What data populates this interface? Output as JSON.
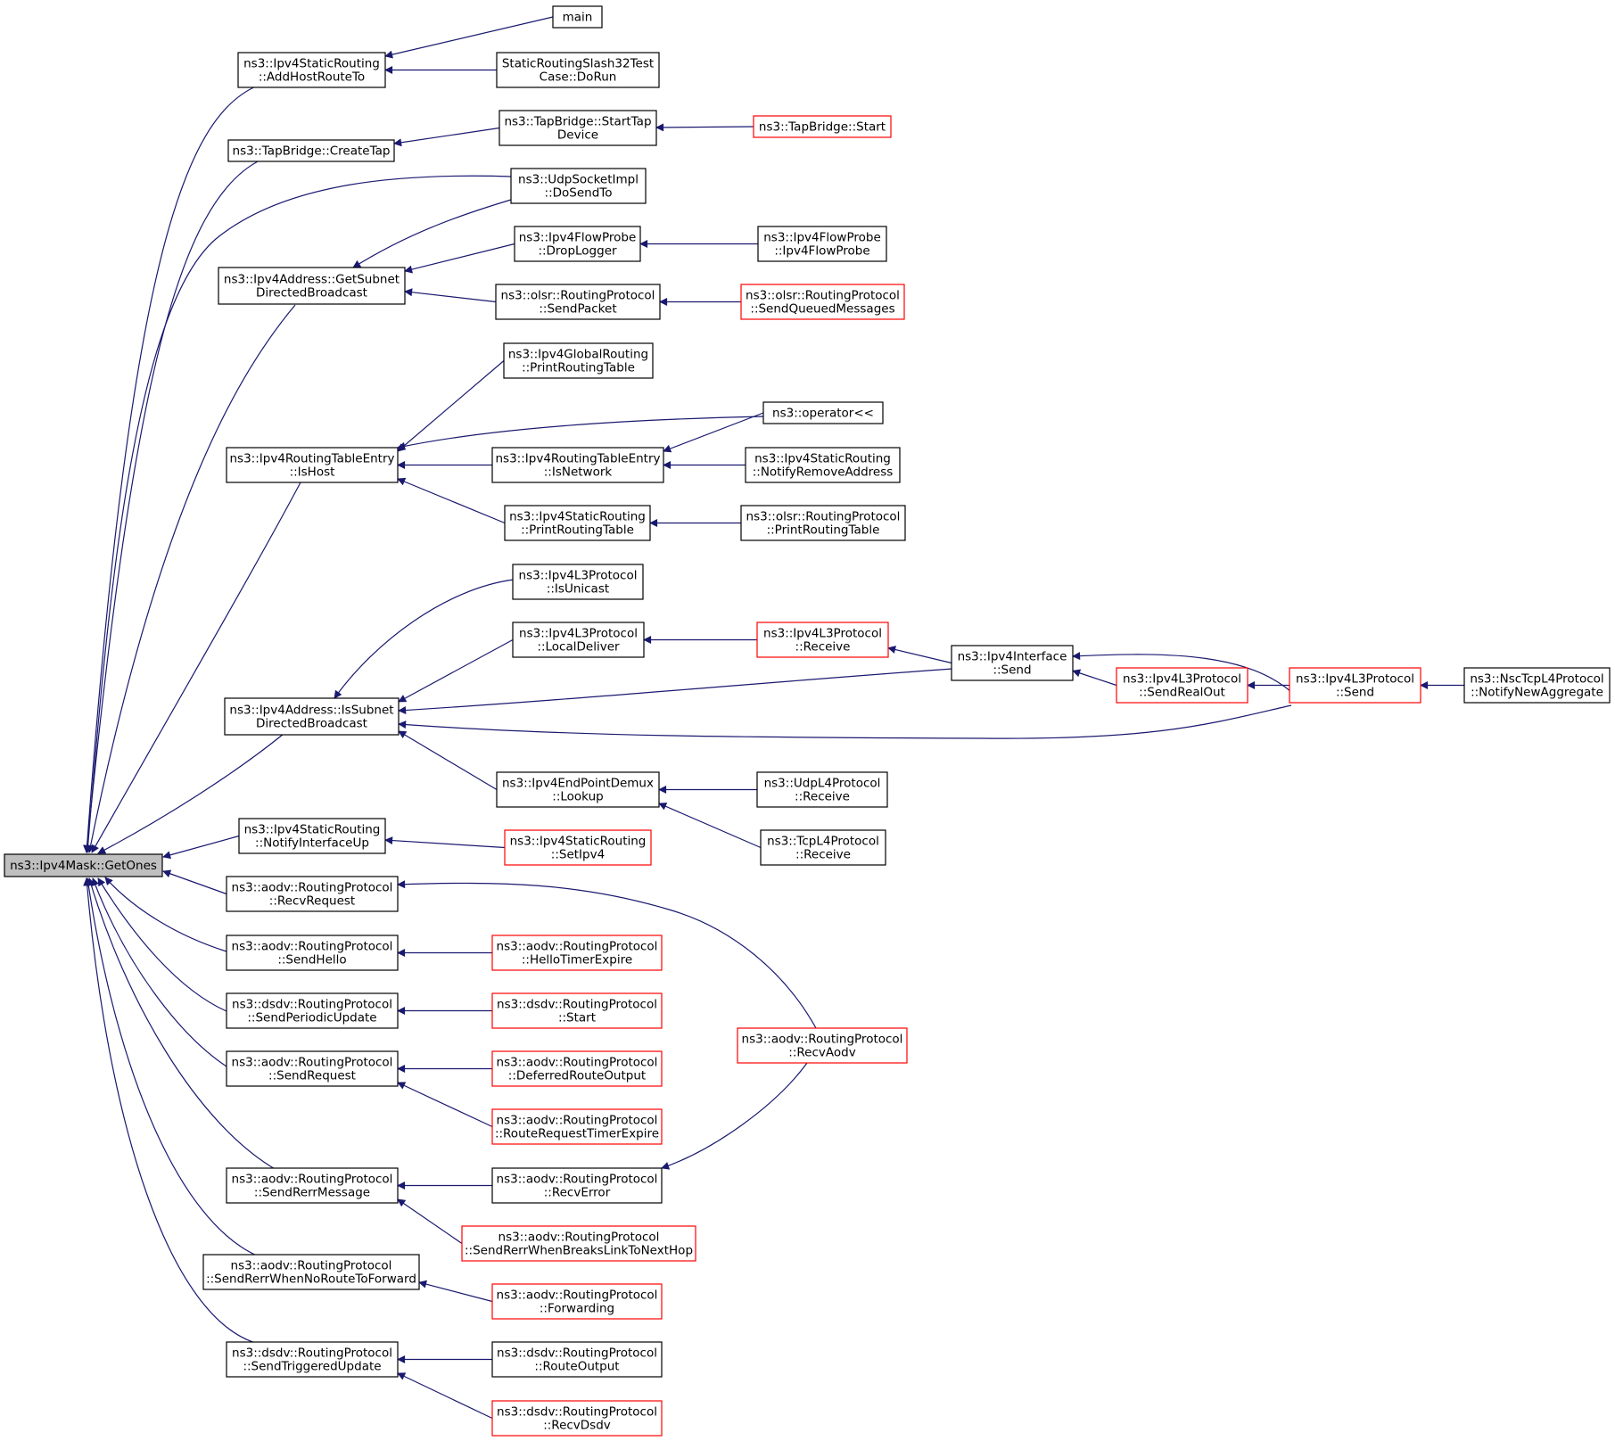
{
  "graph": {
    "colors": {
      "edge": "#191970",
      "root_fill": "#bfbfbf",
      "normal_border": "#000000",
      "truncated_border": "#ff0000"
    },
    "nodes": [
      {
        "id": "root",
        "lines": [
          "ns3::Ipv4Mask::GetOnes"
        ],
        "style": "root"
      },
      {
        "id": "addhost",
        "lines": [
          "ns3::Ipv4StaticRouting",
          "::AddHostRouteTo"
        ],
        "style": "normal"
      },
      {
        "id": "main",
        "lines": [
          "main"
        ],
        "style": "normal"
      },
      {
        "id": "slash32",
        "lines": [
          "StaticRoutingSlash32Test",
          "Case::DoRun"
        ],
        "style": "normal"
      },
      {
        "id": "createtap",
        "lines": [
          "ns3::TapBridge::CreateTap"
        ],
        "style": "normal"
      },
      {
        "id": "starttap",
        "lines": [
          "ns3::TapBridge::StartTap",
          "Device"
        ],
        "style": "normal"
      },
      {
        "id": "tapstart",
        "lines": [
          "ns3::TapBridge::Start"
        ],
        "style": "truncated"
      },
      {
        "id": "udpsend",
        "lines": [
          "ns3::UdpSocketImpl",
          "::DoSendTo"
        ],
        "style": "normal"
      },
      {
        "id": "subnetbcast",
        "lines": [
          "ns3::Ipv4Address::GetSubnet",
          "DirectedBroadcast"
        ],
        "style": "normal"
      },
      {
        "id": "droplogger",
        "lines": [
          "ns3::Ipv4FlowProbe",
          "::DropLogger"
        ],
        "style": "normal"
      },
      {
        "id": "flowprobe",
        "lines": [
          "ns3::Ipv4FlowProbe",
          "::Ipv4FlowProbe"
        ],
        "style": "normal"
      },
      {
        "id": "olsrsend",
        "lines": [
          "ns3::olsr::RoutingProtocol",
          "::SendPacket"
        ],
        "style": "normal"
      },
      {
        "id": "olsrqueued",
        "lines": [
          "ns3::olsr::RoutingProtocol",
          "::SendQueuedMessages"
        ],
        "style": "truncated"
      },
      {
        "id": "globalprint",
        "lines": [
          "ns3::Ipv4GlobalRouting",
          "::PrintRoutingTable"
        ],
        "style": "normal"
      },
      {
        "id": "ishost",
        "lines": [
          "ns3::Ipv4RoutingTableEntry",
          "::IsHost"
        ],
        "style": "normal"
      },
      {
        "id": "operator",
        "lines": [
          "ns3::operator<<"
        ],
        "style": "normal"
      },
      {
        "id": "isnetwork",
        "lines": [
          "ns3::Ipv4RoutingTableEntry",
          "::IsNetwork"
        ],
        "style": "normal"
      },
      {
        "id": "notifyremove",
        "lines": [
          "ns3::Ipv4StaticRouting",
          "::NotifyRemoveAddress"
        ],
        "style": "normal"
      },
      {
        "id": "staticprint",
        "lines": [
          "ns3::Ipv4StaticRouting",
          "::PrintRoutingTable"
        ],
        "style": "normal"
      },
      {
        "id": "olsrprint",
        "lines": [
          "ns3::olsr::RoutingProtocol",
          "::PrintRoutingTable"
        ],
        "style": "normal"
      },
      {
        "id": "isunicast",
        "lines": [
          "ns3::Ipv4L3Protocol",
          "::IsUnicast"
        ],
        "style": "normal"
      },
      {
        "id": "localdeliver",
        "lines": [
          "ns3::Ipv4L3Protocol",
          "::LocalDeliver"
        ],
        "style": "normal"
      },
      {
        "id": "l3receive",
        "lines": [
          "ns3::Ipv4L3Protocol",
          "::Receive"
        ],
        "style": "truncated"
      },
      {
        "id": "ifsend",
        "lines": [
          "ns3::Ipv4Interface",
          "::Send"
        ],
        "style": "normal"
      },
      {
        "id": "issubnet",
        "lines": [
          "ns3::Ipv4Address::IsSubnet",
          "DirectedBroadcast"
        ],
        "style": "normal"
      },
      {
        "id": "sendrealout",
        "lines": [
          "ns3::Ipv4L3Protocol",
          "::SendRealOut"
        ],
        "style": "truncated"
      },
      {
        "id": "l3send",
        "lines": [
          "ns3::Ipv4L3Protocol",
          "::Send"
        ],
        "style": "truncated"
      },
      {
        "id": "nsctcp",
        "lines": [
          "ns3::NscTcpL4Protocol",
          "::NotifyNewAggregate"
        ],
        "style": "normal"
      },
      {
        "id": "demux",
        "lines": [
          "ns3::Ipv4EndPointDemux",
          "::Lookup"
        ],
        "style": "normal"
      },
      {
        "id": "udprecv",
        "lines": [
          "ns3::UdpL4Protocol",
          "::Receive"
        ],
        "style": "normal"
      },
      {
        "id": "tcprecv",
        "lines": [
          "ns3::TcpL4Protocol",
          "::Receive"
        ],
        "style": "normal"
      },
      {
        "id": "notifyup",
        "lines": [
          "ns3::Ipv4StaticRouting",
          "::NotifyInterfaceUp"
        ],
        "style": "normal"
      },
      {
        "id": "setipv4",
        "lines": [
          "ns3::Ipv4StaticRouting",
          "::SetIpv4"
        ],
        "style": "truncated"
      },
      {
        "id": "aodvrecvreq",
        "lines": [
          "ns3::aodv::RoutingProtocol",
          "::RecvRequest"
        ],
        "style": "normal"
      },
      {
        "id": "aodvhello",
        "lines": [
          "ns3::aodv::RoutingProtocol",
          "::SendHello"
        ],
        "style": "normal"
      },
      {
        "id": "hellotimer",
        "lines": [
          "ns3::aodv::RoutingProtocol",
          "::HelloTimerExpire"
        ],
        "style": "truncated"
      },
      {
        "id": "dsdvperiodic",
        "lines": [
          "ns3::dsdv::RoutingProtocol",
          "::SendPeriodicUpdate"
        ],
        "style": "normal"
      },
      {
        "id": "dsdvstart",
        "lines": [
          "ns3::dsdv::RoutingProtocol",
          "::Start"
        ],
        "style": "truncated"
      },
      {
        "id": "aodvrecvaodv",
        "lines": [
          "ns3::aodv::RoutingProtocol",
          "::RecvAodv"
        ],
        "style": "truncated"
      },
      {
        "id": "aodvsendreq",
        "lines": [
          "ns3::aodv::RoutingProtocol",
          "::SendRequest"
        ],
        "style": "normal"
      },
      {
        "id": "deferred",
        "lines": [
          "ns3::aodv::RoutingProtocol",
          "::DeferredRouteOutput"
        ],
        "style": "truncated"
      },
      {
        "id": "rreqtimer",
        "lines": [
          "ns3::aodv::RoutingProtocol",
          "::RouteRequestTimerExpire"
        ],
        "style": "truncated"
      },
      {
        "id": "aodvrerr",
        "lines": [
          "ns3::aodv::RoutingProtocol",
          "::SendRerrMessage"
        ],
        "style": "normal"
      },
      {
        "id": "aodvrecverr",
        "lines": [
          "ns3::aodv::RoutingProtocol",
          "::RecvError"
        ],
        "style": "normal"
      },
      {
        "id": "breakslink",
        "lines": [
          "ns3::aodv::RoutingProtocol",
          "::SendRerrWhenBreaksLinkToNextHop"
        ],
        "style": "truncated"
      },
      {
        "id": "noroute",
        "lines": [
          "ns3::aodv::RoutingProtocol",
          "::SendRerrWhenNoRouteToForward"
        ],
        "style": "normal"
      },
      {
        "id": "forwarding",
        "lines": [
          "ns3::aodv::RoutingProtocol",
          "::Forwarding"
        ],
        "style": "truncated"
      },
      {
        "id": "dsdvtrig",
        "lines": [
          "ns3::dsdv::RoutingProtocol",
          "::SendTriggeredUpdate"
        ],
        "style": "normal"
      },
      {
        "id": "dsdvrouteout",
        "lines": [
          "ns3::dsdv::RoutingProtocol",
          "::RouteOutput"
        ],
        "style": "normal"
      },
      {
        "id": "dsdvrecv",
        "lines": [
          "ns3::dsdv::RoutingProtocol",
          "::RecvDsdv"
        ],
        "style": "truncated"
      }
    ],
    "edges": [
      [
        "root",
        "addhost"
      ],
      [
        "root",
        "createtap"
      ],
      [
        "root",
        "udpsend"
      ],
      [
        "root",
        "subnetbcast"
      ],
      [
        "root",
        "ishost"
      ],
      [
        "root",
        "issubnet"
      ],
      [
        "root",
        "notifyup"
      ],
      [
        "root",
        "aodvrecvreq"
      ],
      [
        "root",
        "aodvhello"
      ],
      [
        "root",
        "dsdvperiodic"
      ],
      [
        "root",
        "aodvsendreq"
      ],
      [
        "root",
        "aodvrerr"
      ],
      [
        "root",
        "noroute"
      ],
      [
        "root",
        "dsdvtrig"
      ],
      [
        "addhost",
        "main"
      ],
      [
        "addhost",
        "slash32"
      ],
      [
        "createtap",
        "starttap"
      ],
      [
        "starttap",
        "tapstart"
      ],
      [
        "subnetbcast",
        "udpsend"
      ],
      [
        "subnetbcast",
        "droplogger"
      ],
      [
        "subnetbcast",
        "olsrsend"
      ],
      [
        "droplogger",
        "flowprobe"
      ],
      [
        "olsrsend",
        "olsrqueued"
      ],
      [
        "ishost",
        "globalprint"
      ],
      [
        "ishost",
        "operator"
      ],
      [
        "ishost",
        "isnetwork"
      ],
      [
        "ishost",
        "staticprint"
      ],
      [
        "isnetwork",
        "operator"
      ],
      [
        "isnetwork",
        "notifyremove"
      ],
      [
        "staticprint",
        "olsrprint"
      ],
      [
        "issubnet",
        "isunicast"
      ],
      [
        "issubnet",
        "localdeliver"
      ],
      [
        "issubnet",
        "ifsend"
      ],
      [
        "issubnet",
        "l3send"
      ],
      [
        "issubnet",
        "demux"
      ],
      [
        "localdeliver",
        "l3receive"
      ],
      [
        "l3receive",
        "ifsend"
      ],
      [
        "ifsend",
        "l3send"
      ],
      [
        "ifsend",
        "sendrealout"
      ],
      [
        "sendrealout",
        "l3send"
      ],
      [
        "l3send",
        "nsctcp"
      ],
      [
        "demux",
        "udprecv"
      ],
      [
        "demux",
        "tcprecv"
      ],
      [
        "notifyup",
        "setipv4"
      ],
      [
        "aodvrecvreq",
        "aodvrecvaodv"
      ],
      [
        "aodvhello",
        "hellotimer"
      ],
      [
        "dsdvperiodic",
        "dsdvstart"
      ],
      [
        "aodvsendreq",
        "deferred"
      ],
      [
        "aodvsendreq",
        "rreqtimer"
      ],
      [
        "aodvrerr",
        "aodvrecverr"
      ],
      [
        "aodvrerr",
        "breakslink"
      ],
      [
        "aodvrecverr",
        "aodvrecvaodv"
      ],
      [
        "noroute",
        "forwarding"
      ],
      [
        "dsdvtrig",
        "dsdvrouteout"
      ],
      [
        "dsdvtrig",
        "dsdvrecv"
      ]
    ]
  }
}
